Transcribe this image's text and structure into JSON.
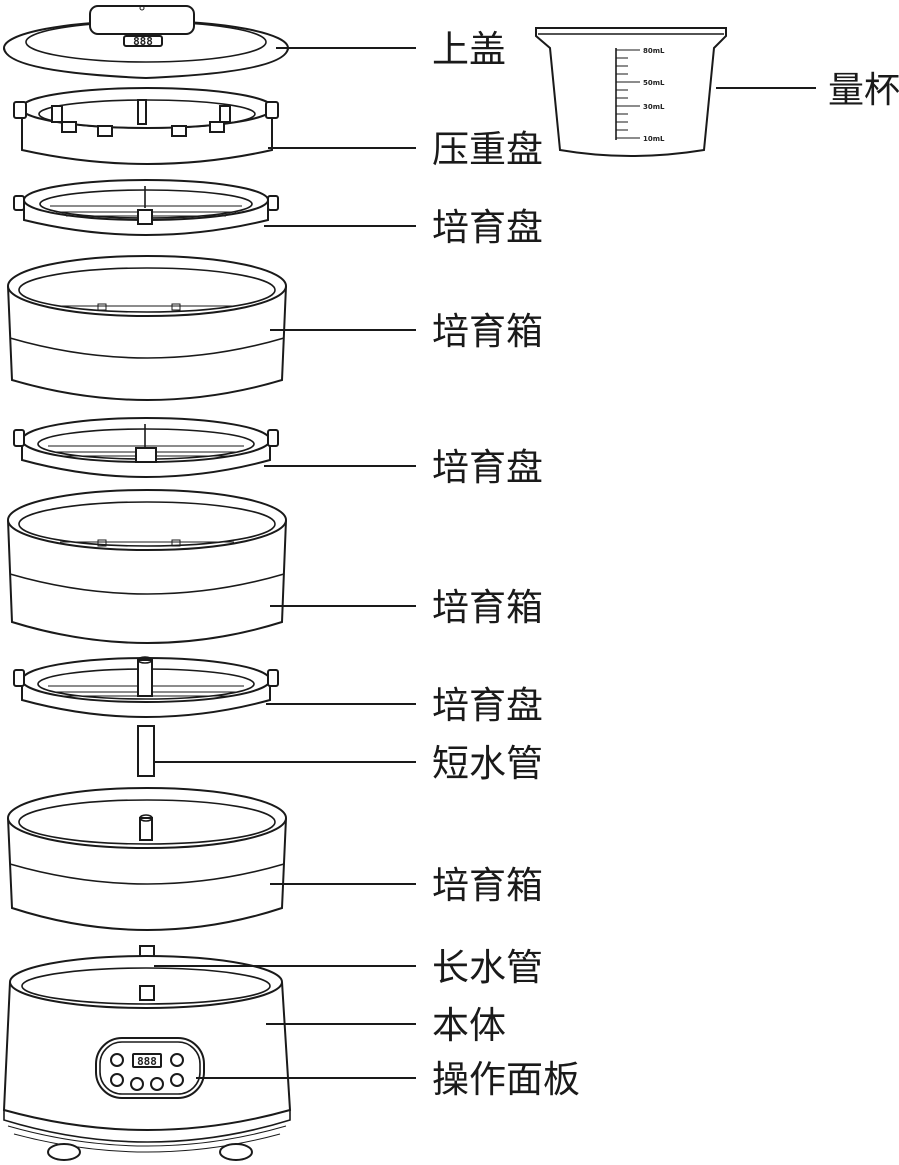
{
  "cup": {
    "label": "量杯",
    "scale": [
      "80mL",
      "50mL",
      "30mL",
      "10mL"
    ]
  },
  "parts": [
    {
      "id": "lid",
      "label": "上盖"
    },
    {
      "id": "press",
      "label": "压重盘"
    },
    {
      "id": "tray1",
      "label": "培育盘"
    },
    {
      "id": "box1",
      "label": "培育箱"
    },
    {
      "id": "tray2",
      "label": "培育盘"
    },
    {
      "id": "box2",
      "label": "培育箱"
    },
    {
      "id": "tray3",
      "label": "培育盘"
    },
    {
      "id": "short_tube",
      "label": "短水管"
    },
    {
      "id": "box3",
      "label": "培育箱"
    },
    {
      "id": "long_tube",
      "label": "长水管"
    },
    {
      "id": "body",
      "label": "本体"
    },
    {
      "id": "panel",
      "label": "操作面板"
    }
  ],
  "displays": {
    "lid": "888",
    "panel": "888"
  }
}
